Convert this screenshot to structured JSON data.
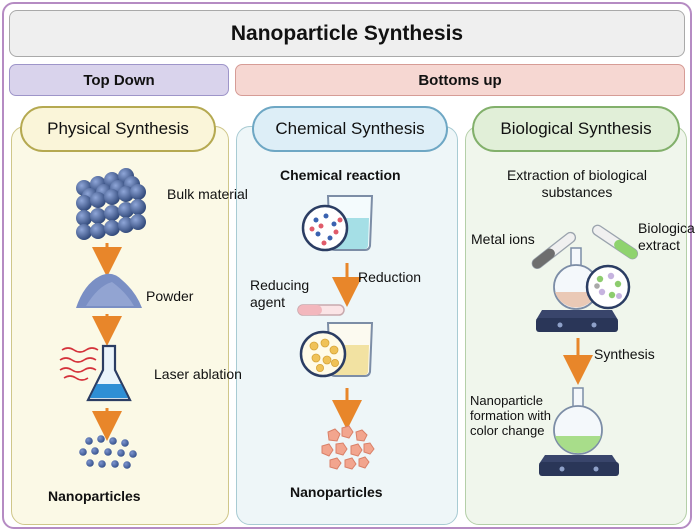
{
  "title": "Nanoparticle Synthesis",
  "categories": {
    "top_down": "Top Down",
    "bottoms_up": "Bottoms up"
  },
  "physical": {
    "header": "Physical Synthesis",
    "bulk": "Bulk material",
    "powder": "Powder",
    "laser": "Laser ablation",
    "result": "Nanoparticles"
  },
  "chemical": {
    "header": "Chemical Synthesis",
    "reaction": "Chemical reaction",
    "reducing_agent": "Reducing agent",
    "reduction": "Reduction",
    "result": "Nanoparticles"
  },
  "biological": {
    "header": "Biological Synthesis",
    "extraction": "Extraction of biological substances",
    "metal_ions": "Metal ions",
    "extract": "Biological extract",
    "synthesis": "Synthesis",
    "formation": "Nanoparticle formation with color change"
  },
  "colors": {
    "arrow": "#e8862a",
    "frame": "#b58bc3",
    "top_down_fill": "#d9d3ec",
    "bottoms_up_fill": "#f6d7d2"
  }
}
